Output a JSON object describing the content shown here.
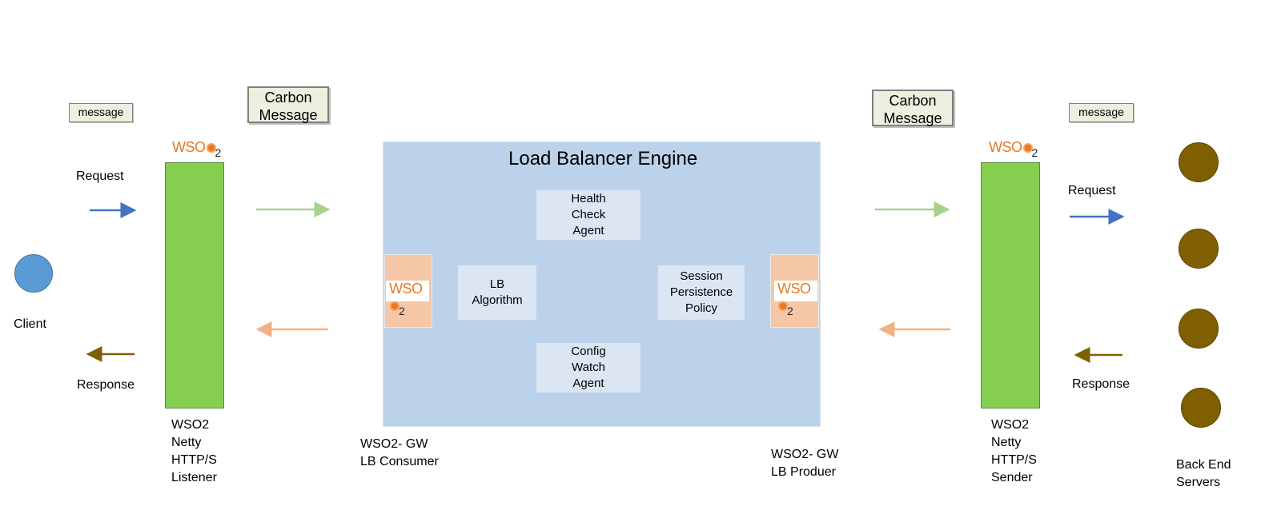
{
  "client": {
    "label": "Client",
    "request": "Request",
    "response": "Response",
    "message_tag": "message"
  },
  "listener": {
    "logo_text": "WSO",
    "logo_sub": "2",
    "label": "WSO2\nNetty\nHTTP/S\nListener",
    "carbon_message": "Carbon\nMessage"
  },
  "engine": {
    "title": "Load Balancer Engine",
    "components": {
      "health_check": "Health\nCheck\nAgent",
      "lb_algorithm": "LB\nAlgorithm",
      "session_policy": "Session\nPersistence\nPolicy",
      "config_watch": "Config\nWatch\nAgent"
    },
    "consumer_label": "WSO2- GW\nLB Consumer",
    "producer_label": "WSO2- GW\nLB Produer"
  },
  "sender": {
    "logo_text": "WSO",
    "logo_sub": "2",
    "label": "WSO2\nNetty\nHTTP/S\nSender",
    "carbon_message": "Carbon\nMessage"
  },
  "backend": {
    "label": "Back End\nServers",
    "request": "Request",
    "response": "Response",
    "message_tag": "message"
  },
  "colors": {
    "request_arrow": "#4472c4",
    "response_arrow": "#7f6000",
    "forward_arrow": "#a9d18e",
    "return_arrow": "#f4b183"
  }
}
